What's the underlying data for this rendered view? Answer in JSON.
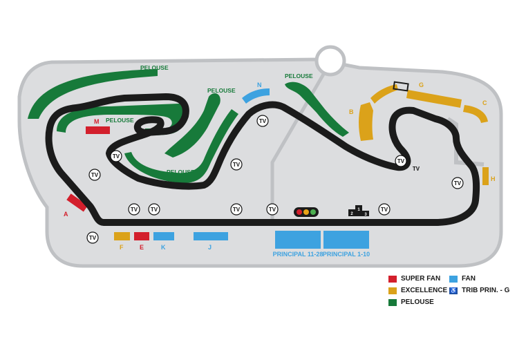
{
  "colors": {
    "ground": "#dcdddf",
    "ground_edge": "#bfc1c4",
    "track": "#1b1b1b",
    "pelouse": "#177a3a",
    "excellence": "#dba21a",
    "super_fan": "#d31f2c",
    "fan": "#3da2e0",
    "trib_prin": "#1f4f9e"
  },
  "labels": {
    "pelouse": "PELOUSE",
    "m": "M",
    "n": "N",
    "g": "G",
    "b": "B",
    "c": "C",
    "h": "H",
    "a": "A",
    "f": "F",
    "e": "E",
    "k": "K",
    "j": "J",
    "principal_11_28": "PRINCIPAL 11-28",
    "principal_1_10": "PRINCIPAL 1-10",
    "tv": "TV",
    "podium_1": "1",
    "podium_2": "2",
    "podium_3": "3"
  },
  "legend": {
    "super_fan": "SUPER FAN",
    "excellence": "EXCELLENCE",
    "pelouse": "PELOUSE",
    "fan": "FAN",
    "trib_prin": "TRIB PRIN. - G",
    "wheelchair_icon": "wheelchair-icon"
  },
  "traffic_light_colors": [
    "#d31f2c",
    "#e8a317",
    "#4caf50"
  ]
}
